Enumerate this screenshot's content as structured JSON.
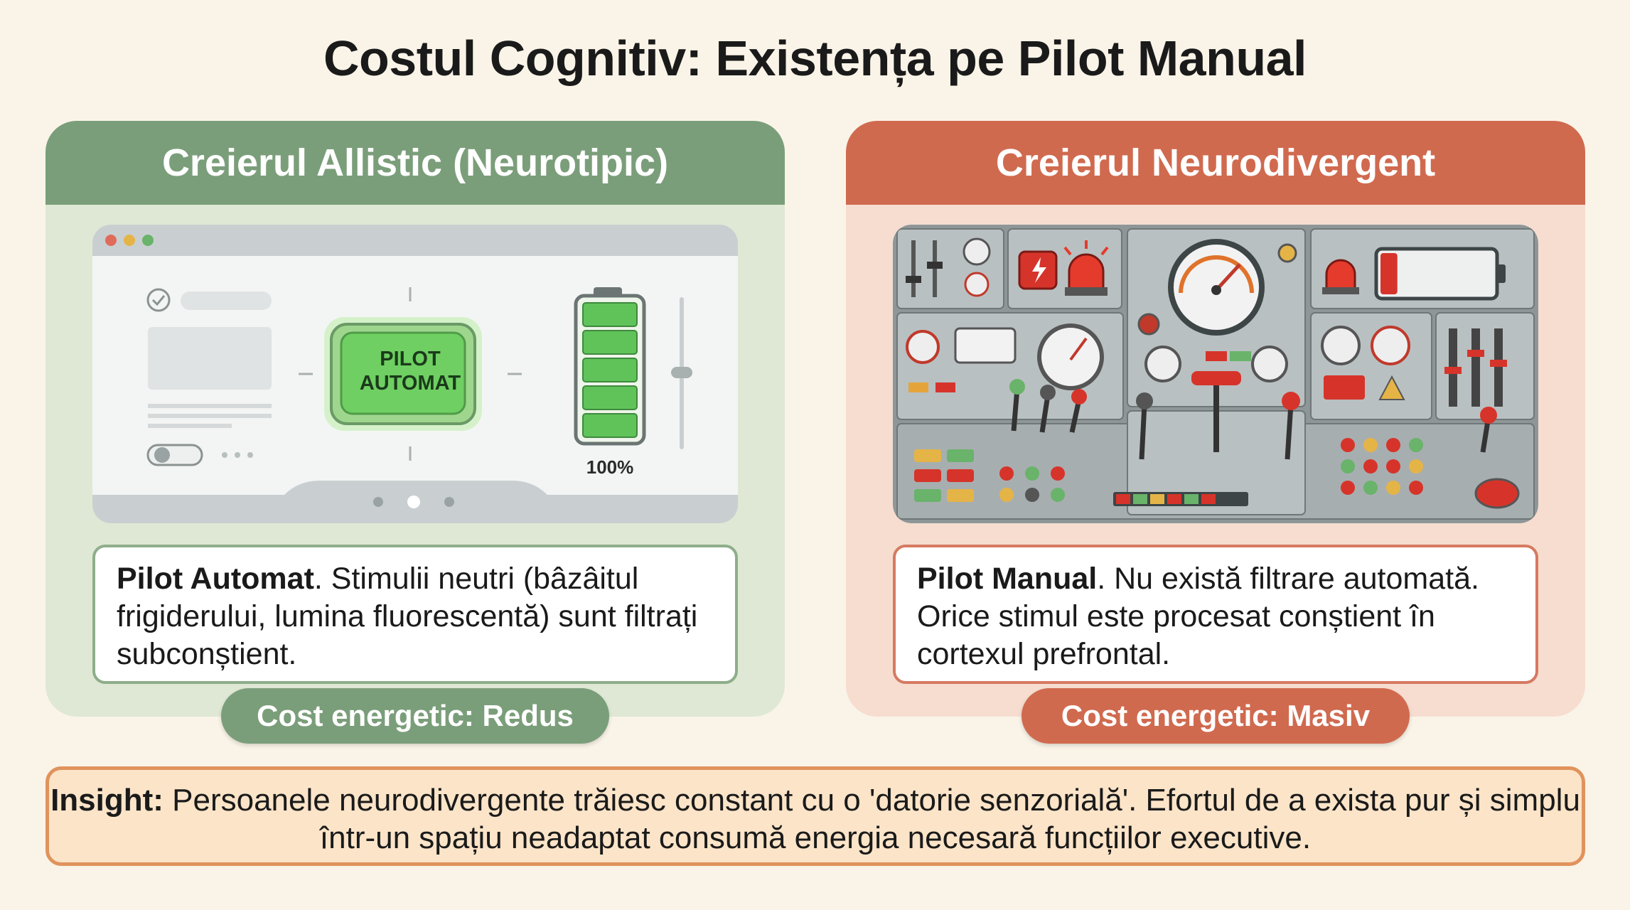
{
  "title": "Costul Cognitiv: Existența pe Pilot Manual",
  "left_panel": {
    "header": "Creierul Allistic (Neurotipic)",
    "illustration": {
      "button_line1": "PILOT",
      "button_line2": "AUTOMAT",
      "battery_label": "100%",
      "battery_level": 1.0
    },
    "desc_bold": "Pilot Automat",
    "desc_text": ". Stimulii neutri (bâzâitul frigiderului, lumina fluorescentă) sunt filtrați subconștient.",
    "cost": "Cost energetic: Redus"
  },
  "right_panel": {
    "header": "Creierul Neurodivergent",
    "illustration": {
      "battery_level": 0.15
    },
    "desc_bold": "Pilot Manual",
    "desc_text": ". Nu există filtrare automată. Orice stimul este procesat conștient în cortexul prefrontal.",
    "cost": "Cost energetic: Masiv"
  },
  "insight": {
    "bold": "Insight:",
    "text": " Persoanele neurodivergente trăiesc constant cu o 'datorie senzorială'. Efortul de a exista pur și simplu într-un spațiu neadaptat consumă energia necesară funcțiilor executive."
  },
  "colors": {
    "background": "#faf4e8",
    "green_accent": "#7b9e7a",
    "red_accent": "#d06a4f",
    "insight_border": "#e0935c"
  }
}
